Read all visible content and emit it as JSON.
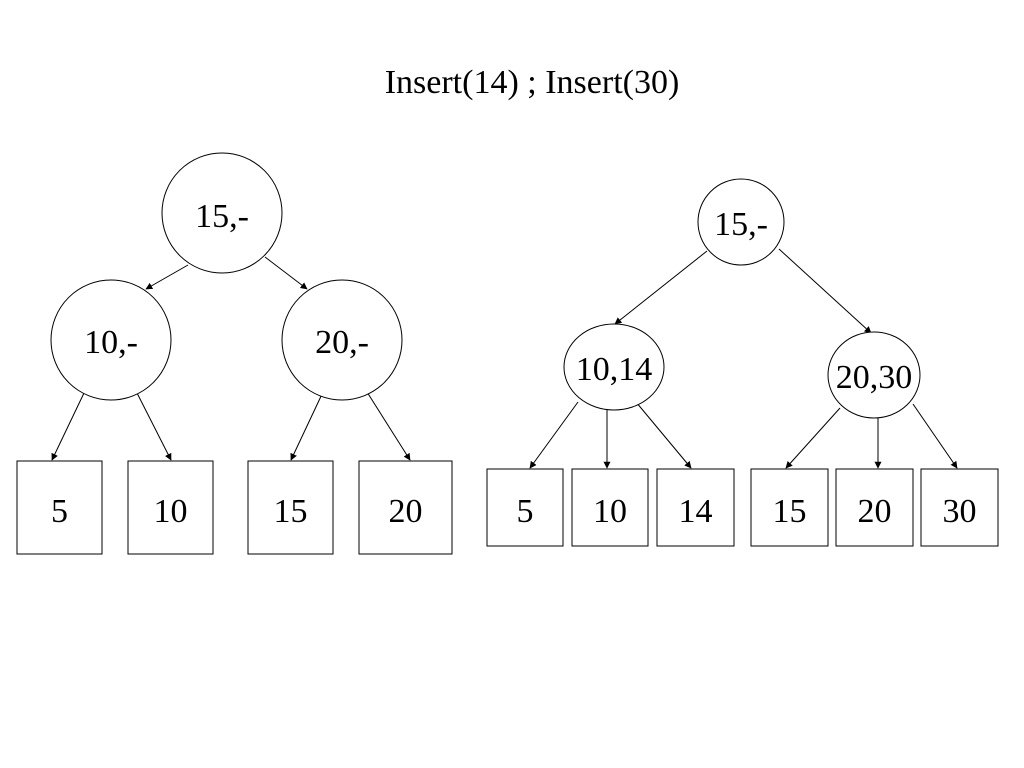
{
  "slide": {
    "title": "Insert(14) ; Insert(30)"
  },
  "tree_before": {
    "root": {
      "label": "15,-"
    },
    "internal": [
      {
        "label": "10,-"
      },
      {
        "label": "20,-"
      }
    ],
    "leaves": [
      "5",
      "10",
      "15",
      "20"
    ]
  },
  "tree_after": {
    "root": {
      "label": "15,-"
    },
    "internal": [
      {
        "label": "10,14"
      },
      {
        "label": "20,30"
      }
    ],
    "leaves": [
      "5",
      "10",
      "14",
      "15",
      "20",
      "30"
    ]
  }
}
